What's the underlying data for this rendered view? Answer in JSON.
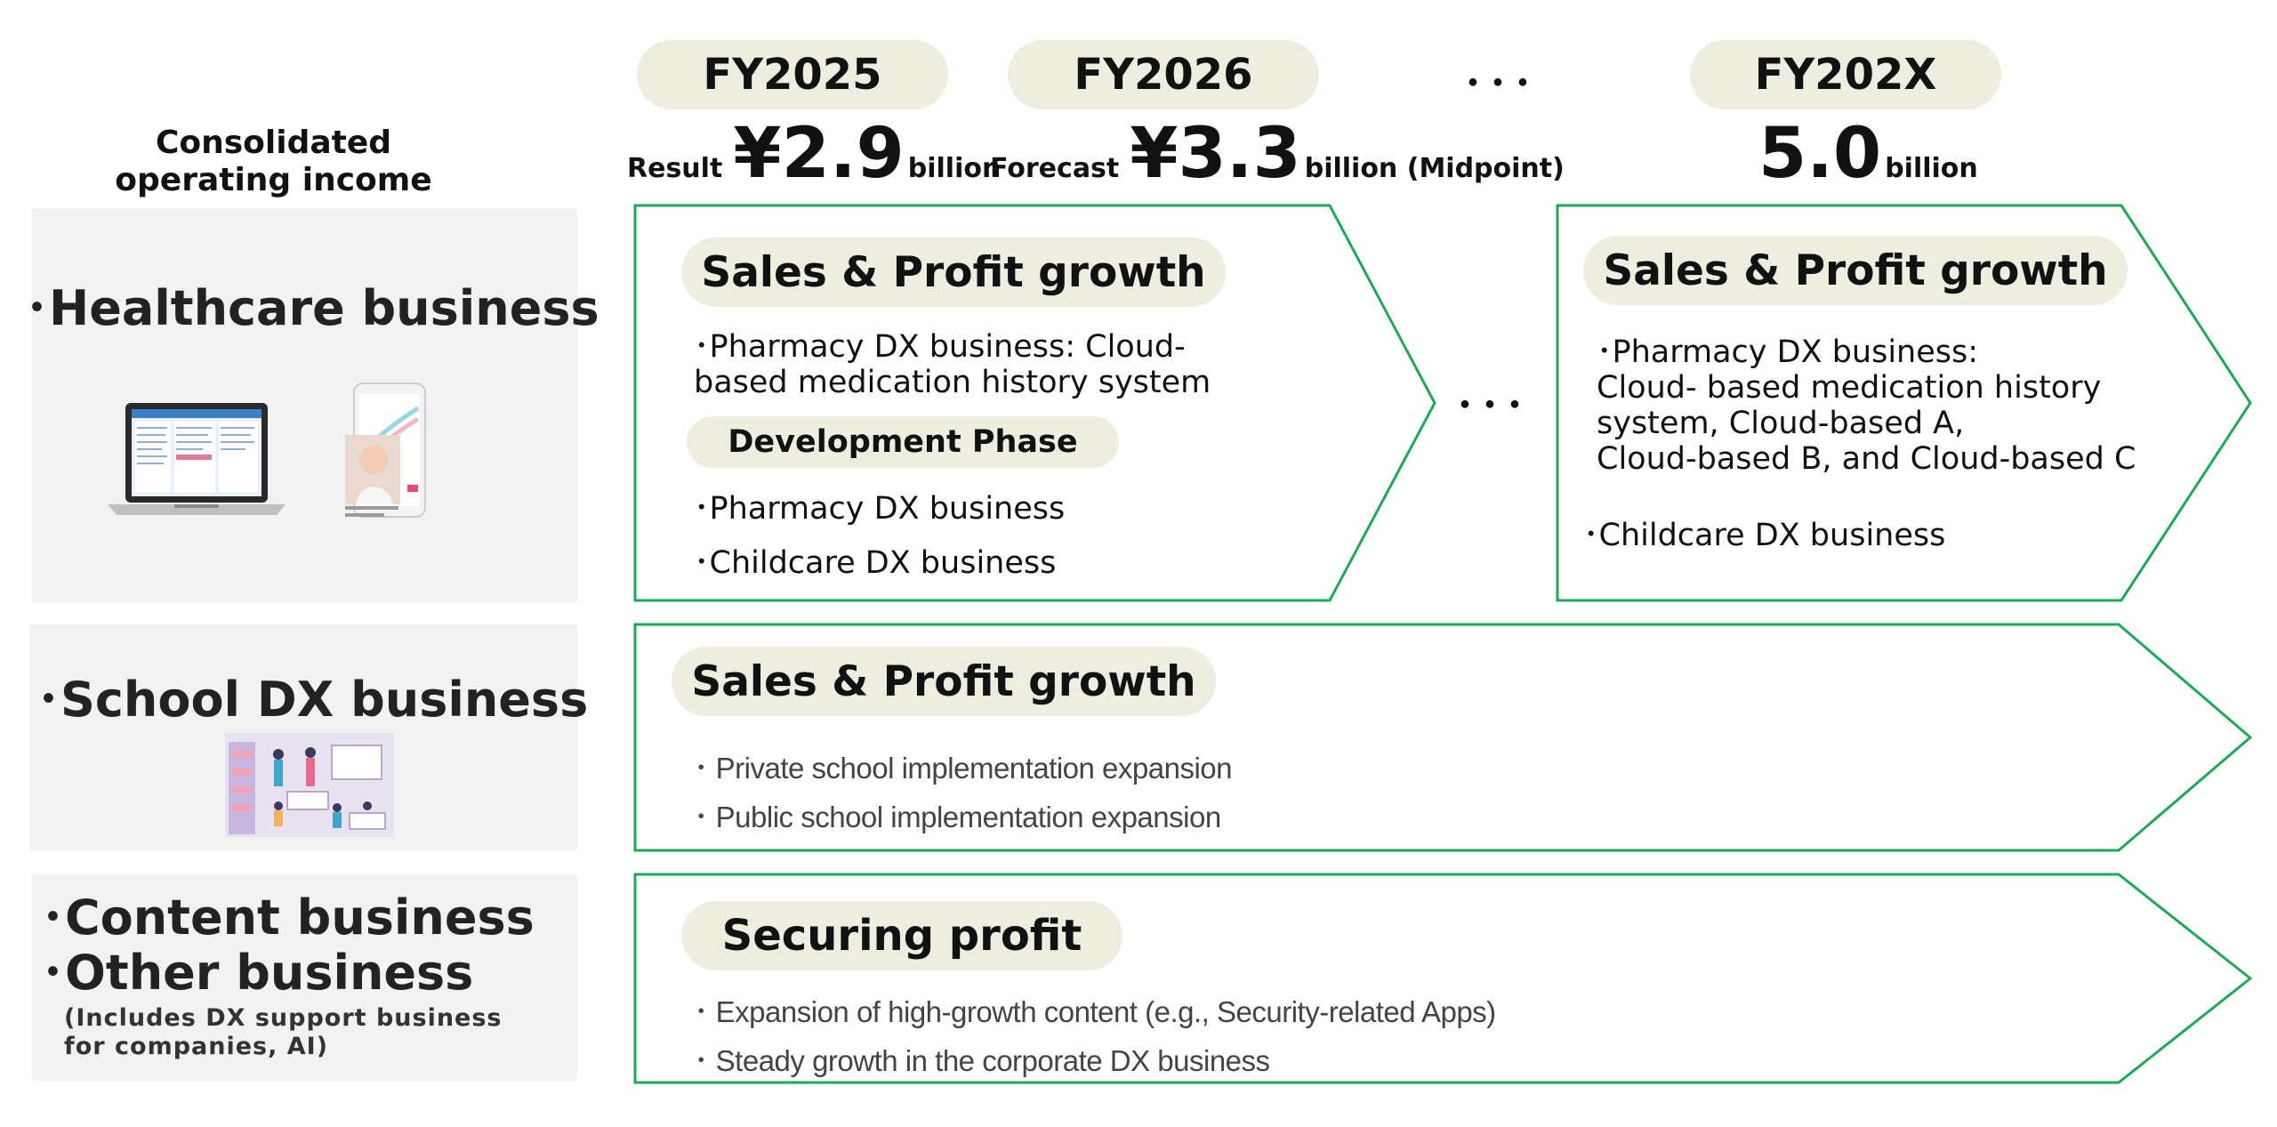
{
  "header": {
    "consolidated_label_line1": "Consolidated",
    "consolidated_label_line2": "operating income",
    "years": [
      {
        "label": "FY2025",
        "prefix": "Result",
        "value": "¥2.9",
        "unit": "billion"
      },
      {
        "label": "FY2026",
        "prefix": "Forecast",
        "value": "¥3.3",
        "unit": "billion (Midpoint)"
      },
      {
        "label": "FY202X",
        "prefix": "",
        "value": "5.0",
        "unit": "billion"
      }
    ],
    "ellipsis": "･･･"
  },
  "healthcare": {
    "title": "･Healthcare business",
    "fy2026": {
      "pill": "Sales & Profit growth",
      "bullet1_line1": "･Pharmacy DX business: Cloud-",
      "bullet1_line2": "based medication history system",
      "phase_pill": "Development Phase",
      "bullet2": "･Pharmacy DX business",
      "bullet3": "･Childcare DX business"
    },
    "ellipsis": "･･･",
    "fy202x": {
      "pill": "Sales & Profit growth",
      "line1": "･Pharmacy DX business:",
      "line2": "Cloud-  based medication history",
      "line3": "system, Cloud-based A,",
      "line4": "Cloud-based B, and Cloud-based C",
      "line5": "･Childcare DX business"
    }
  },
  "school": {
    "title": "･School DX business",
    "pill": "Sales & Profit growth",
    "bullet1": "･ Private school implementation expansion",
    "bullet2": "･ Public school implementation expansion"
  },
  "content": {
    "title_line1": "･Content business",
    "title_line2": "･Other business",
    "note_line1": "(Includes DX support business",
    "note_line2": "for companies, AI)",
    "pill": "Securing profit",
    "bullet1": "･ Expansion of high-growth content (e.g., Security-related Apps)",
    "bullet2": "･ Steady growth in the corporate DX business"
  },
  "colors": {
    "arrow_border": "#1fa85a",
    "pill_bg": "#eeeee0",
    "panel_bg": "#f2f2f2"
  }
}
